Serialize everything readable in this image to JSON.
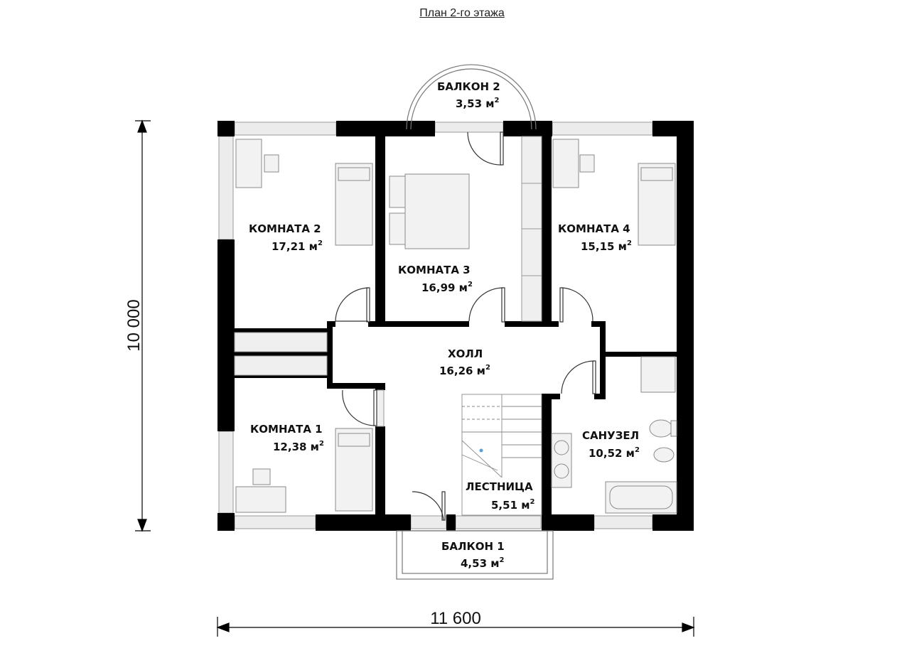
{
  "title": "План 2-го этажа",
  "rooms": [
    {
      "name": "КОМНАТА 2",
      "area": "17,21 м",
      "unit_sup": "2"
    },
    {
      "name": "КОМНАТА 3",
      "area": "16,99 м",
      "unit_sup": "2"
    },
    {
      "name": "КОМНАТА 4",
      "area": "15,15 м",
      "unit_sup": "2"
    },
    {
      "name": "ХОЛЛ",
      "area": "16,26 м",
      "unit_sup": "2"
    },
    {
      "name": "КОМНАТА 1",
      "area": "12,38 м",
      "unit_sup": "2"
    },
    {
      "name": "САНУЗЕЛ",
      "area": "10,52 м",
      "unit_sup": "2"
    },
    {
      "name": "ЛЕСТНИЦА",
      "area": "5,51 м",
      "unit_sup": "2"
    },
    {
      "name": "БАЛКОН 2",
      "area": "3,53 м",
      "unit_sup": "2"
    },
    {
      "name": "БАЛКОН 1",
      "area": "4,53 м",
      "unit_sup": "2"
    }
  ],
  "dimensions": {
    "height": "10 000",
    "width": "11 600"
  }
}
